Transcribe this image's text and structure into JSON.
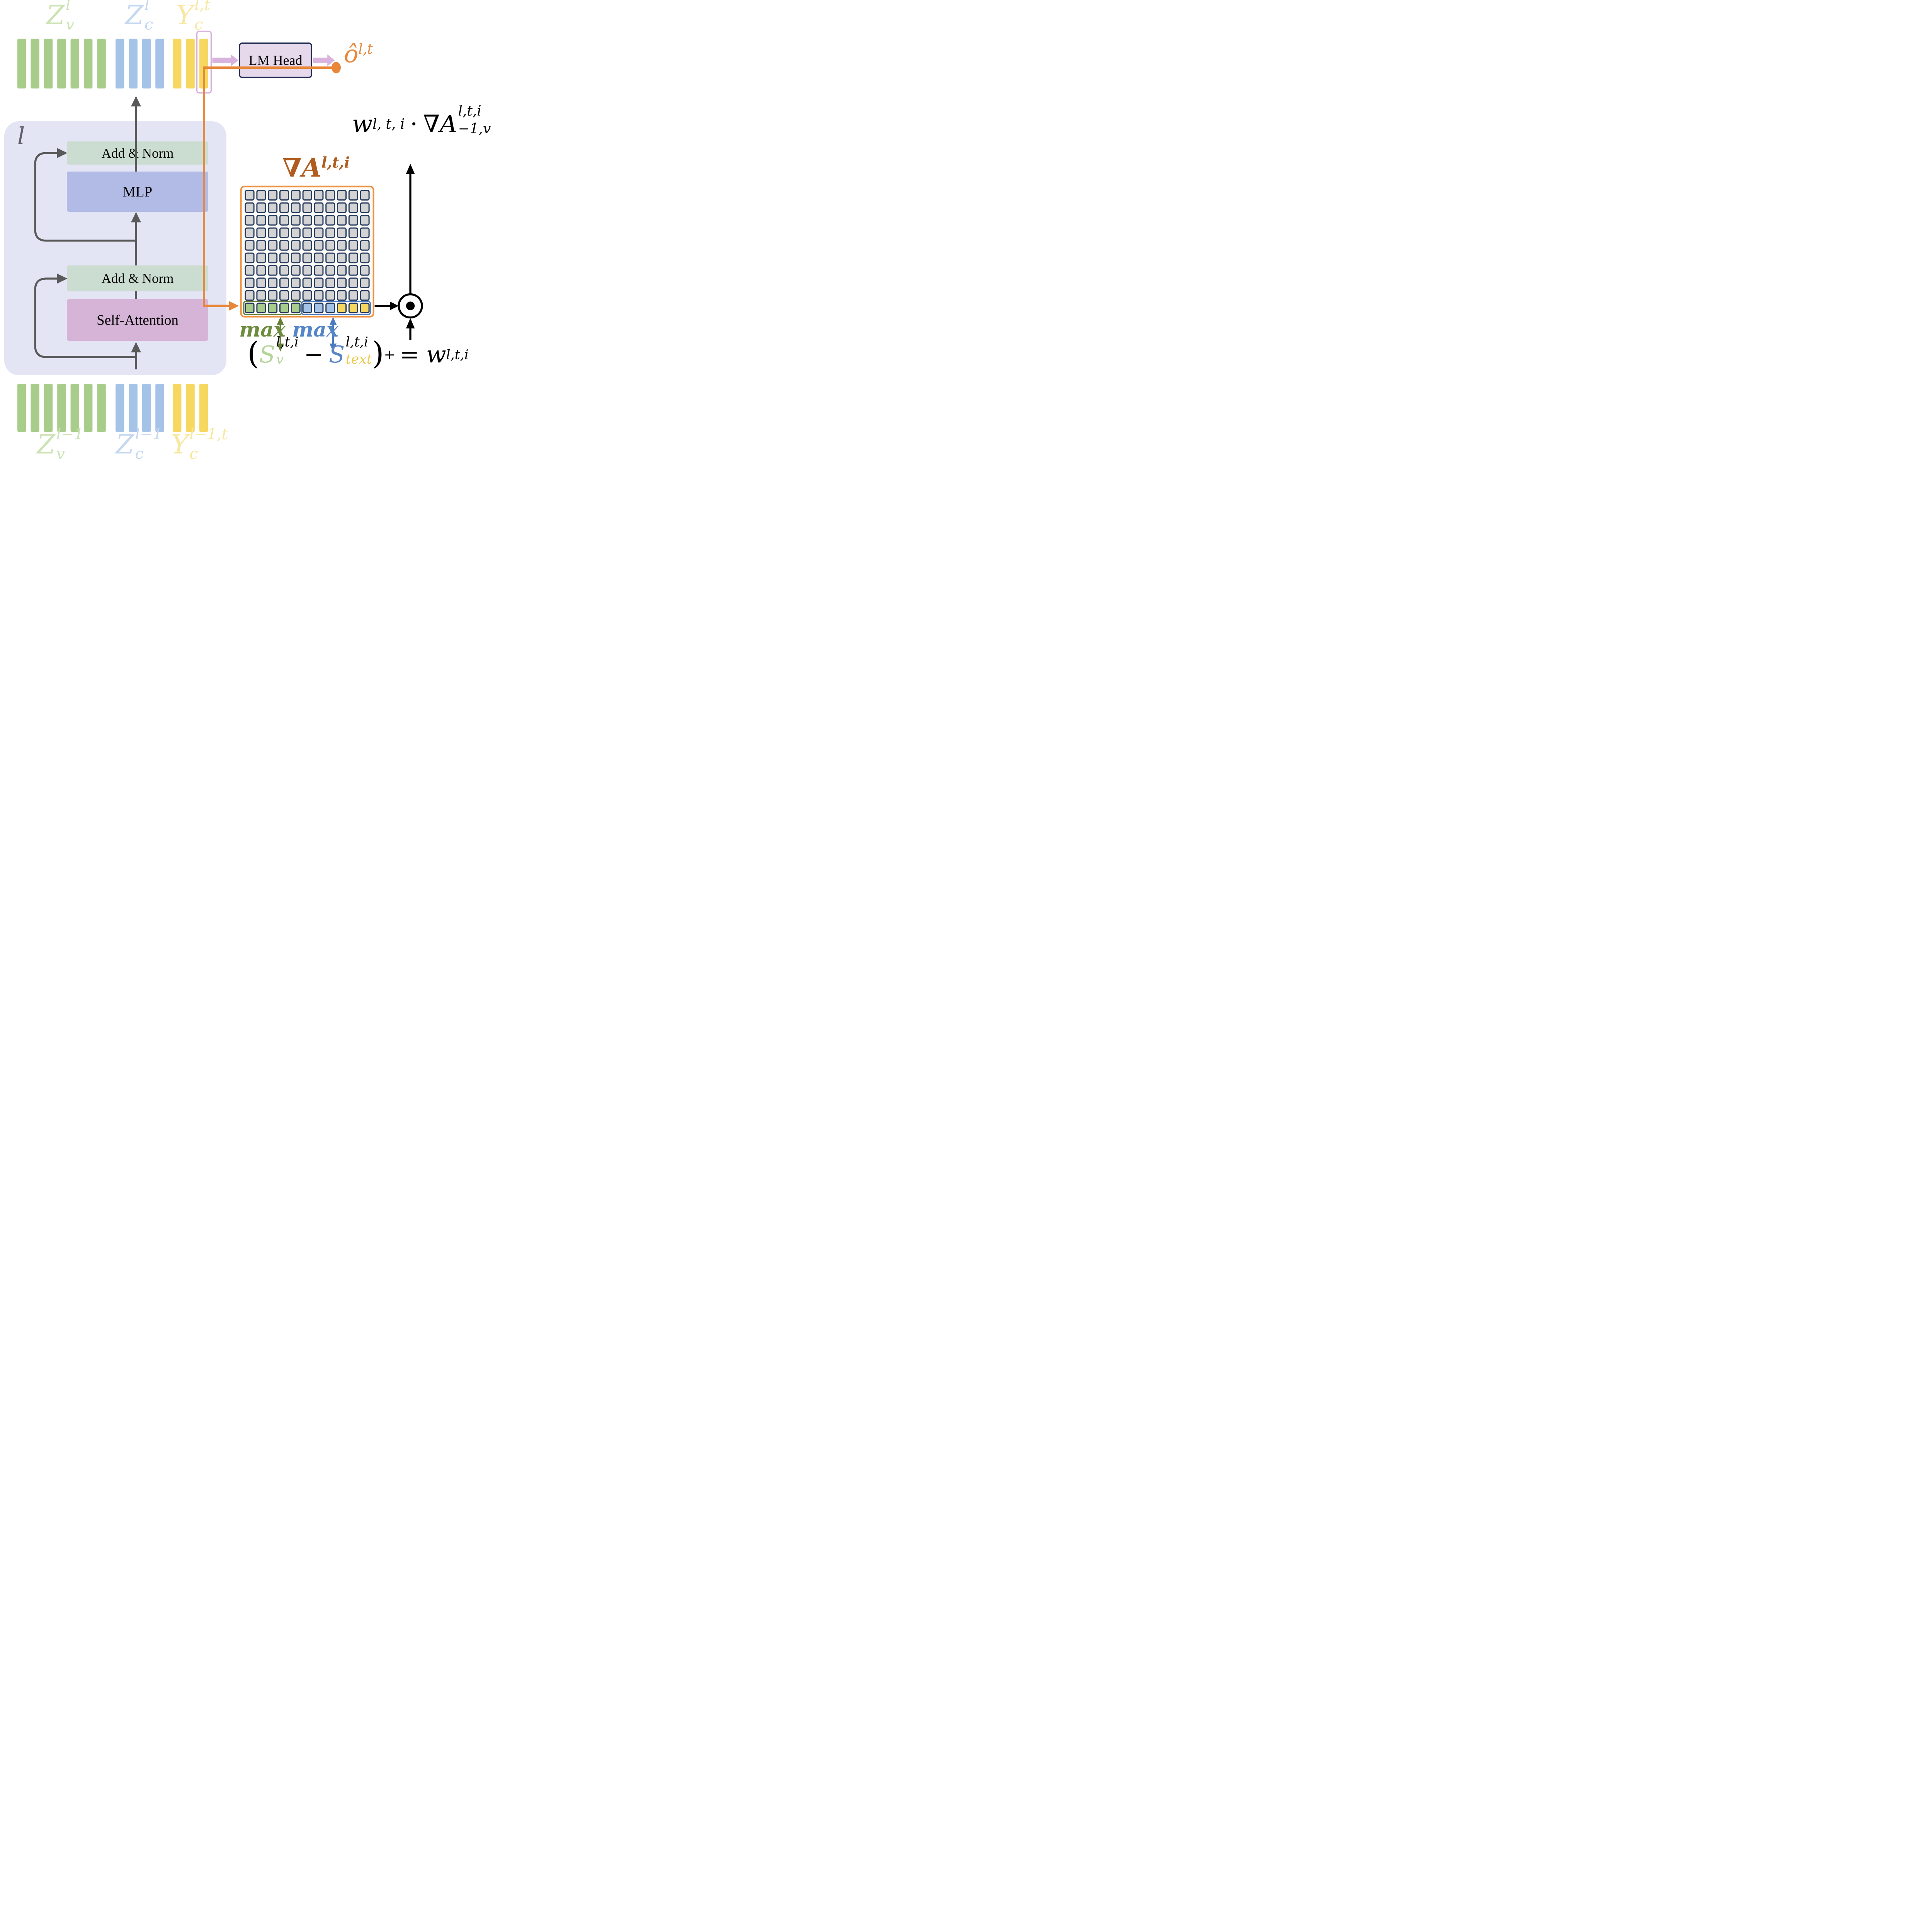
{
  "colors": {
    "bar_green": "#a8cc8a",
    "bar_blue": "#a5c3e7",
    "bar_yellow": "#f6d75f",
    "label_green": "#cde3b6",
    "label_blue": "#c5d8f0",
    "label_yellow": "#f8e7a0",
    "block_bg": "#e3e4f4",
    "addnorm_bg": "#cbdcd0",
    "mlp_bg": "#b2bae6",
    "selfattn_bg": "#d6b4d7",
    "lmhead_bg": "#e7d9ec",
    "lmhead_border": "#1c2951",
    "lilac_arrow": "#d8b3de",
    "orange": "#e8873a",
    "grad_label_orange": "#b05c1e",
    "gray_line": "#595959",
    "grid_cell_gray": "#d3d3d3",
    "grid_cell_border": "#253a60",
    "grid_border_orange": "#ee9140",
    "max_vision_green": "#6d8c3f",
    "max_text_blue": "#5585c8",
    "s_vision_green": "#b5d49a",
    "s_text_blue": "#5b86c6",
    "s_text_sub_yellow": "#eec94f"
  },
  "top_sequence": {
    "zv": {
      "base": "Z",
      "sup": "l",
      "sub": "v"
    },
    "zc": {
      "base": "Z",
      "sup": "l",
      "sub": "c"
    },
    "yc": {
      "base": "Y",
      "sup": "l,t",
      "sub": "c"
    },
    "groups": [
      {
        "name": "vision",
        "color": "green",
        "count": 7
      },
      {
        "name": "context",
        "color": "blue",
        "count": 4
      },
      {
        "name": "text",
        "color": "yellow",
        "count": 3
      }
    ]
  },
  "bottom_sequence": {
    "zv": {
      "base": "Z",
      "sup": "l−1",
      "sub": "v"
    },
    "zc": {
      "base": "Z",
      "sup": "l−1",
      "sub": "c"
    },
    "yc": {
      "base": "Y",
      "sup": "l−1,t",
      "sub": "c"
    },
    "groups": [
      {
        "name": "vision",
        "color": "green",
        "count": 7
      },
      {
        "name": "context",
        "color": "blue",
        "count": 4
      },
      {
        "name": "text",
        "color": "yellow",
        "count": 3
      }
    ]
  },
  "transformer_block": {
    "layer_label": "l",
    "addnorm_top": "Add & Norm",
    "mlp": "MLP",
    "addnorm_bottom": "Add & Norm",
    "self_attention": "Self-Attention"
  },
  "lm_head": {
    "label": "LM Head"
  },
  "output_token": {
    "base": "ô",
    "sup": "l,t"
  },
  "attention_grid": {
    "label": {
      "base": "∇A",
      "sup": "l,t,i"
    },
    "rows": 10,
    "cols": 11,
    "bottom_row": {
      "vision_green": 5,
      "context_blue": 3,
      "text_yellow": 3
    }
  },
  "max_vision": "max",
  "max_text": "max",
  "weight_formula": {
    "open_paren": "(",
    "s_vision": {
      "base": "S",
      "sup": "l,t,i",
      "sub": "v"
    },
    "minus": "−",
    "s_text": {
      "base": "S",
      "sup": "l,t,i",
      "sub": "text"
    },
    "close_paren": ")",
    "plus_sup": "+",
    "equals": "=",
    "w": {
      "base": "w",
      "sup": "l,t,i"
    }
  },
  "weighted_grad": {
    "w": {
      "base": "w",
      "sup": "l, t, i"
    },
    "dot": "·",
    "grad": {
      "base": "∇A",
      "sup": "l,t,i",
      "sub": "−1,v"
    }
  }
}
